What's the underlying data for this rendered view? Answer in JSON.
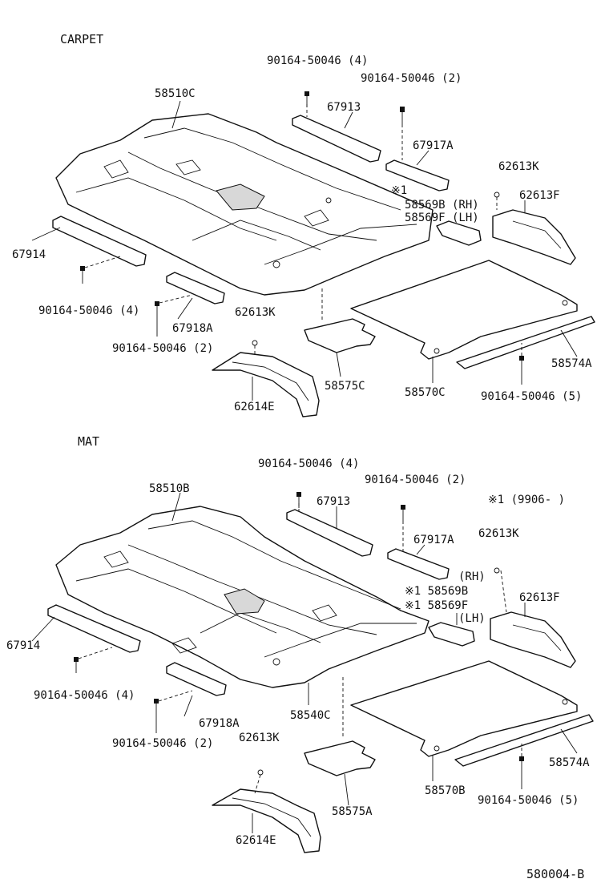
{
  "carpet": {
    "title": "CARPET",
    "labels": {
      "bolt_67913": "90164-50046 (4)",
      "bolt_67917a": "90164-50046 (2)",
      "p58510c": "58510C",
      "p67913": "67913",
      "p67917a": "67917A",
      "p62613k_top": "62613K",
      "note_mark": "※1",
      "p58569b": "58569B (RH)",
      "p58569f": "58569F (LH)",
      "p62613f": "62613F",
      "p67914": "67914",
      "bolt_67914": "90164-50046 (4)",
      "p62613k_low": "62613K",
      "p67918a": "67918A",
      "bolt_67918a": "90164-50046 (2)",
      "p58575c": "58575C",
      "p58570c": "58570C",
      "p58574a": "58574A",
      "bolt_58574a": "90164-50046 (5)",
      "p62614e": "62614E"
    }
  },
  "mat": {
    "title": "MAT",
    "labels": {
      "bolt_67913": "90164-50046 (4)",
      "bolt_67917a": "90164-50046 (2)",
      "note_range": "※1 (9906-      )",
      "p58510b": "58510B",
      "p67913": "67913",
      "p67917a": "67917A",
      "p62613k_top": "62613K",
      "rh": "(RH)",
      "p58569b": "※1 58569B",
      "p58569f": "※1 58569F",
      "lh": "(LH)",
      "p62613f": "62613F",
      "p67914": "67914",
      "bolt_67914": "90164-50046 (4)",
      "p67918a": "67918A",
      "bolt_67918a": "90164-50046 (2)",
      "p58540c": "58540C",
      "p62613k_low": "62613K",
      "p58574a": "58574A",
      "p58570b": "58570B",
      "p58575a": "58575A",
      "bolt_58574a": "90164-50046 (5)",
      "p62614e": "62614E"
    }
  },
  "figure_ref": "580004-B"
}
